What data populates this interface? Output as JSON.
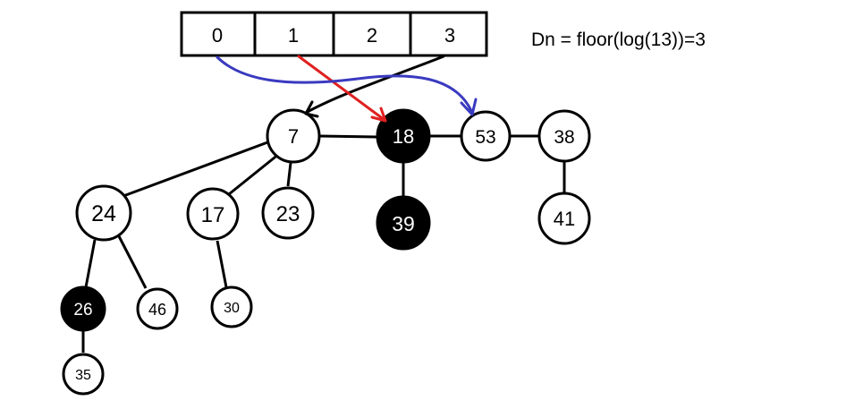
{
  "array": {
    "indices": [
      "0",
      "1",
      "2",
      "3"
    ]
  },
  "formula": "Dn = floor(log(13))=3",
  "nodes": {
    "n7": "7",
    "n18": "18",
    "n53": "53",
    "n38": "38",
    "n24": "24",
    "n17": "17",
    "n23": "23",
    "n39": "39",
    "n41": "41",
    "n26": "26",
    "n46": "46",
    "n30": "30",
    "n35": "35"
  },
  "marked_nodes": [
    "n18",
    "n39",
    "n26"
  ],
  "colors": {
    "edge": "#000000",
    "marked_fill": "#000000",
    "node_fill": "#ffffff",
    "arrow_blue": "#3a3ac0",
    "arrow_red": "#e02020",
    "arrow_black": "#000000"
  }
}
